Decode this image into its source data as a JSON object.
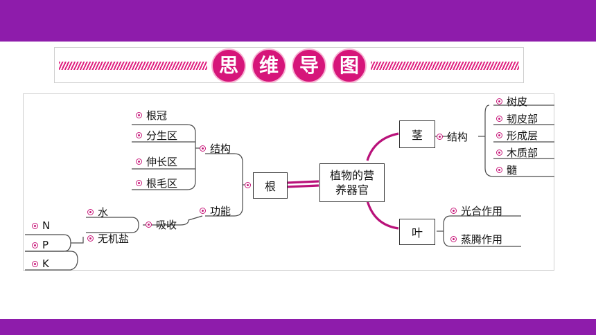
{
  "title": {
    "chars": [
      "思",
      "维",
      "导",
      "图"
    ]
  },
  "center": {
    "line1": "植物的营",
    "line2": "养器官"
  },
  "root": {
    "label": "根",
    "structure": {
      "label": "结构",
      "items": [
        "根冠",
        "分生区",
        "伸长区",
        "根毛区"
      ]
    },
    "function": {
      "label": "功能",
      "absorb": {
        "label": "吸收",
        "water": "水",
        "minerals": {
          "label": "无机盐",
          "items": [
            "N",
            "P",
            "K"
          ]
        }
      }
    }
  },
  "stem": {
    "label": "茎",
    "structure": {
      "label": "结构",
      "items": [
        "树皮",
        "韧皮部",
        "形成层",
        "木质部",
        "髓"
      ]
    }
  },
  "leaf": {
    "label": "叶",
    "items": [
      "光合作用",
      "蒸腾作用"
    ]
  },
  "colors": {
    "bar": "#8e1cab",
    "title_circle": "#d6157a",
    "curve": "#b9127a",
    "dot": "#c8197a"
  }
}
